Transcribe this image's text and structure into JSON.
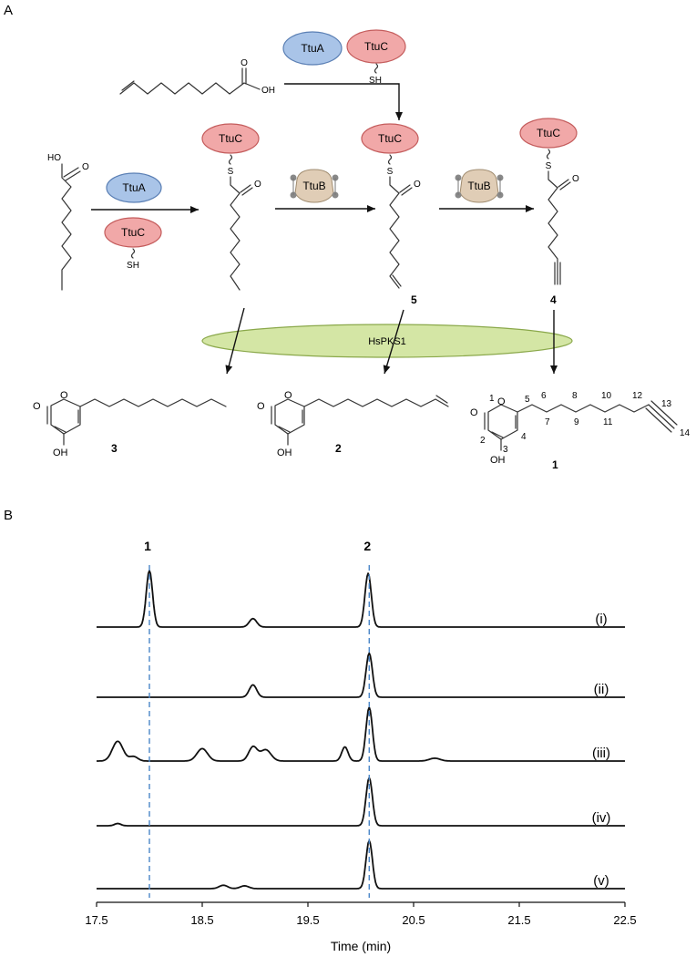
{
  "panel_a": {
    "label": "A",
    "enzymes": {
      "ttuA": "TtuA",
      "ttuB": "TtuB",
      "ttuC": "TtuC",
      "hspks1": "HsPKS1"
    },
    "atoms": {
      "oh": "OH",
      "sh": "SH",
      "s": "S",
      "o": "O",
      "ho": "HO"
    },
    "compounds": {
      "c1": "1",
      "c2": "2",
      "c3": "3",
      "c4": "4",
      "c5": "5"
    },
    "numbering": [
      "1",
      "2",
      "3",
      "4",
      "5",
      "6",
      "7",
      "8",
      "9",
      "10",
      "11",
      "12",
      "13",
      "14"
    ],
    "colors": {
      "ttuA": "#a9c4e8",
      "ttuC": "#f1a8a8",
      "ttuB": "#e0cdb6",
      "hspks1": "#d4e6a5"
    }
  },
  "panel_b": {
    "label": "B"
  },
  "chart_data": {
    "type": "line",
    "xlabel": "Time (min)",
    "xlim": [
      17.5,
      22.5
    ],
    "xticks": [
      "17.5",
      "18.5",
      "19.5",
      "20.5",
      "21.5",
      "22.5"
    ],
    "peak_labels": [
      {
        "label": "1",
        "x": 18.0
      },
      {
        "label": "2",
        "x": 20.08
      }
    ],
    "series": [
      {
        "name": "(i)",
        "peaks": [
          [
            18.0,
            1.0,
            0.03
          ],
          [
            18.98,
            0.15,
            0.035
          ],
          [
            20.07,
            0.95,
            0.03
          ]
        ]
      },
      {
        "name": "(ii)",
        "peaks": [
          [
            18.98,
            0.22,
            0.035
          ],
          [
            20.08,
            0.78,
            0.03
          ]
        ]
      },
      {
        "name": "(iii)",
        "peaks": [
          [
            17.7,
            0.35,
            0.05
          ],
          [
            17.85,
            0.08,
            0.04
          ],
          [
            18.5,
            0.22,
            0.05
          ],
          [
            18.98,
            0.25,
            0.04
          ],
          [
            19.1,
            0.2,
            0.05
          ],
          [
            19.85,
            0.25,
            0.03
          ],
          [
            20.08,
            0.95,
            0.03
          ],
          [
            20.7,
            0.05,
            0.05
          ]
        ]
      },
      {
        "name": "(iv)",
        "peaks": [
          [
            17.7,
            0.04,
            0.03
          ],
          [
            20.08,
            0.85,
            0.03
          ]
        ]
      },
      {
        "name": "(v)",
        "peaks": [
          [
            18.7,
            0.06,
            0.04
          ],
          [
            18.9,
            0.05,
            0.04
          ],
          [
            20.08,
            0.85,
            0.03
          ]
        ]
      }
    ]
  }
}
